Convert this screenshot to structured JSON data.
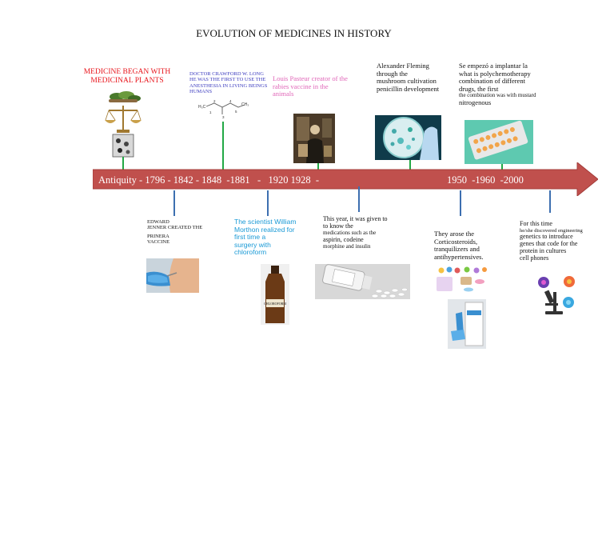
{
  "title": "EVOLUTION OF MEDICINES IN HISTORY",
  "timeline": {
    "labels_left": "Antiquity - 1796 - 1842 - 1848  -1881   -   1920 1928  -",
    "labels_right": "1950  -1960  -2000"
  },
  "events_top": [
    {
      "lines": [
        "MEDICINE BEGAN WITH",
        "MEDICINAL PLANTS"
      ],
      "color": "#e8141b"
    },
    {
      "lines": [
        "DOCTOR CRAWFORD W. LONG",
        "HE WAS THE FIRST TO USE THE",
        "ANESTHESIA IN LIVING BEINGS",
        "HUMANS"
      ],
      "color": "#3b3bbf"
    },
    {
      "lines": [
        "Louis Pasteur creator of the",
        "rabies vaccine in the",
        "animals"
      ],
      "color": "#e066b8"
    },
    {
      "lines": [
        "Alexander Fleming",
        "through the",
        "mushroom cultivation",
        "penicillin development"
      ],
      "color": "#111111"
    },
    {
      "lines": [
        "Se empezó a implantar la",
        "what is polychemotherapy",
        "combination  of  different",
        "drugs, the first",
        "the combination was with mustard",
        "nitrogenous"
      ],
      "color": "#111111"
    }
  ],
  "events_bottom": [
    {
      "lines": [
        "EDWARD",
        "JENNER CREATED THE",
        "PRINERA",
        "VACCINE"
      ],
      "color": "#111111"
    },
    {
      "lines": [
        "The scientist William",
        "Morthon realized for",
        "first time a",
        "surgery with",
        "chloroform"
      ],
      "color": "#1a9ad6"
    },
    {
      "lines": [
        "This year, it was given to",
        "to know the",
        "medications such as the",
        "aspirin, codeine",
        "morphine and insulin"
      ],
      "color": "#111111"
    },
    {
      "lines": [
        "They arose the",
        "Corticosteroids,",
        "tranquilizers and",
        "antihypertensives."
      ],
      "color": "#111111"
    },
    {
      "lines": [
        "For this time",
        "he/she discovered engineering",
        "genetics to introduce",
        "genes that code for the",
        "protein in cultures",
        "cell phones"
      ],
      "color": "#111111"
    }
  ],
  "molecule_labels": [
    "H₃C",
    "1",
    "2",
    "3",
    "4",
    "5",
    "CH₃"
  ],
  "bottle_label": "CHLOROFORM",
  "colors": {
    "arrow": "#c0504d",
    "green_line": "#22a845",
    "blue_line": "#3d6fb0"
  }
}
